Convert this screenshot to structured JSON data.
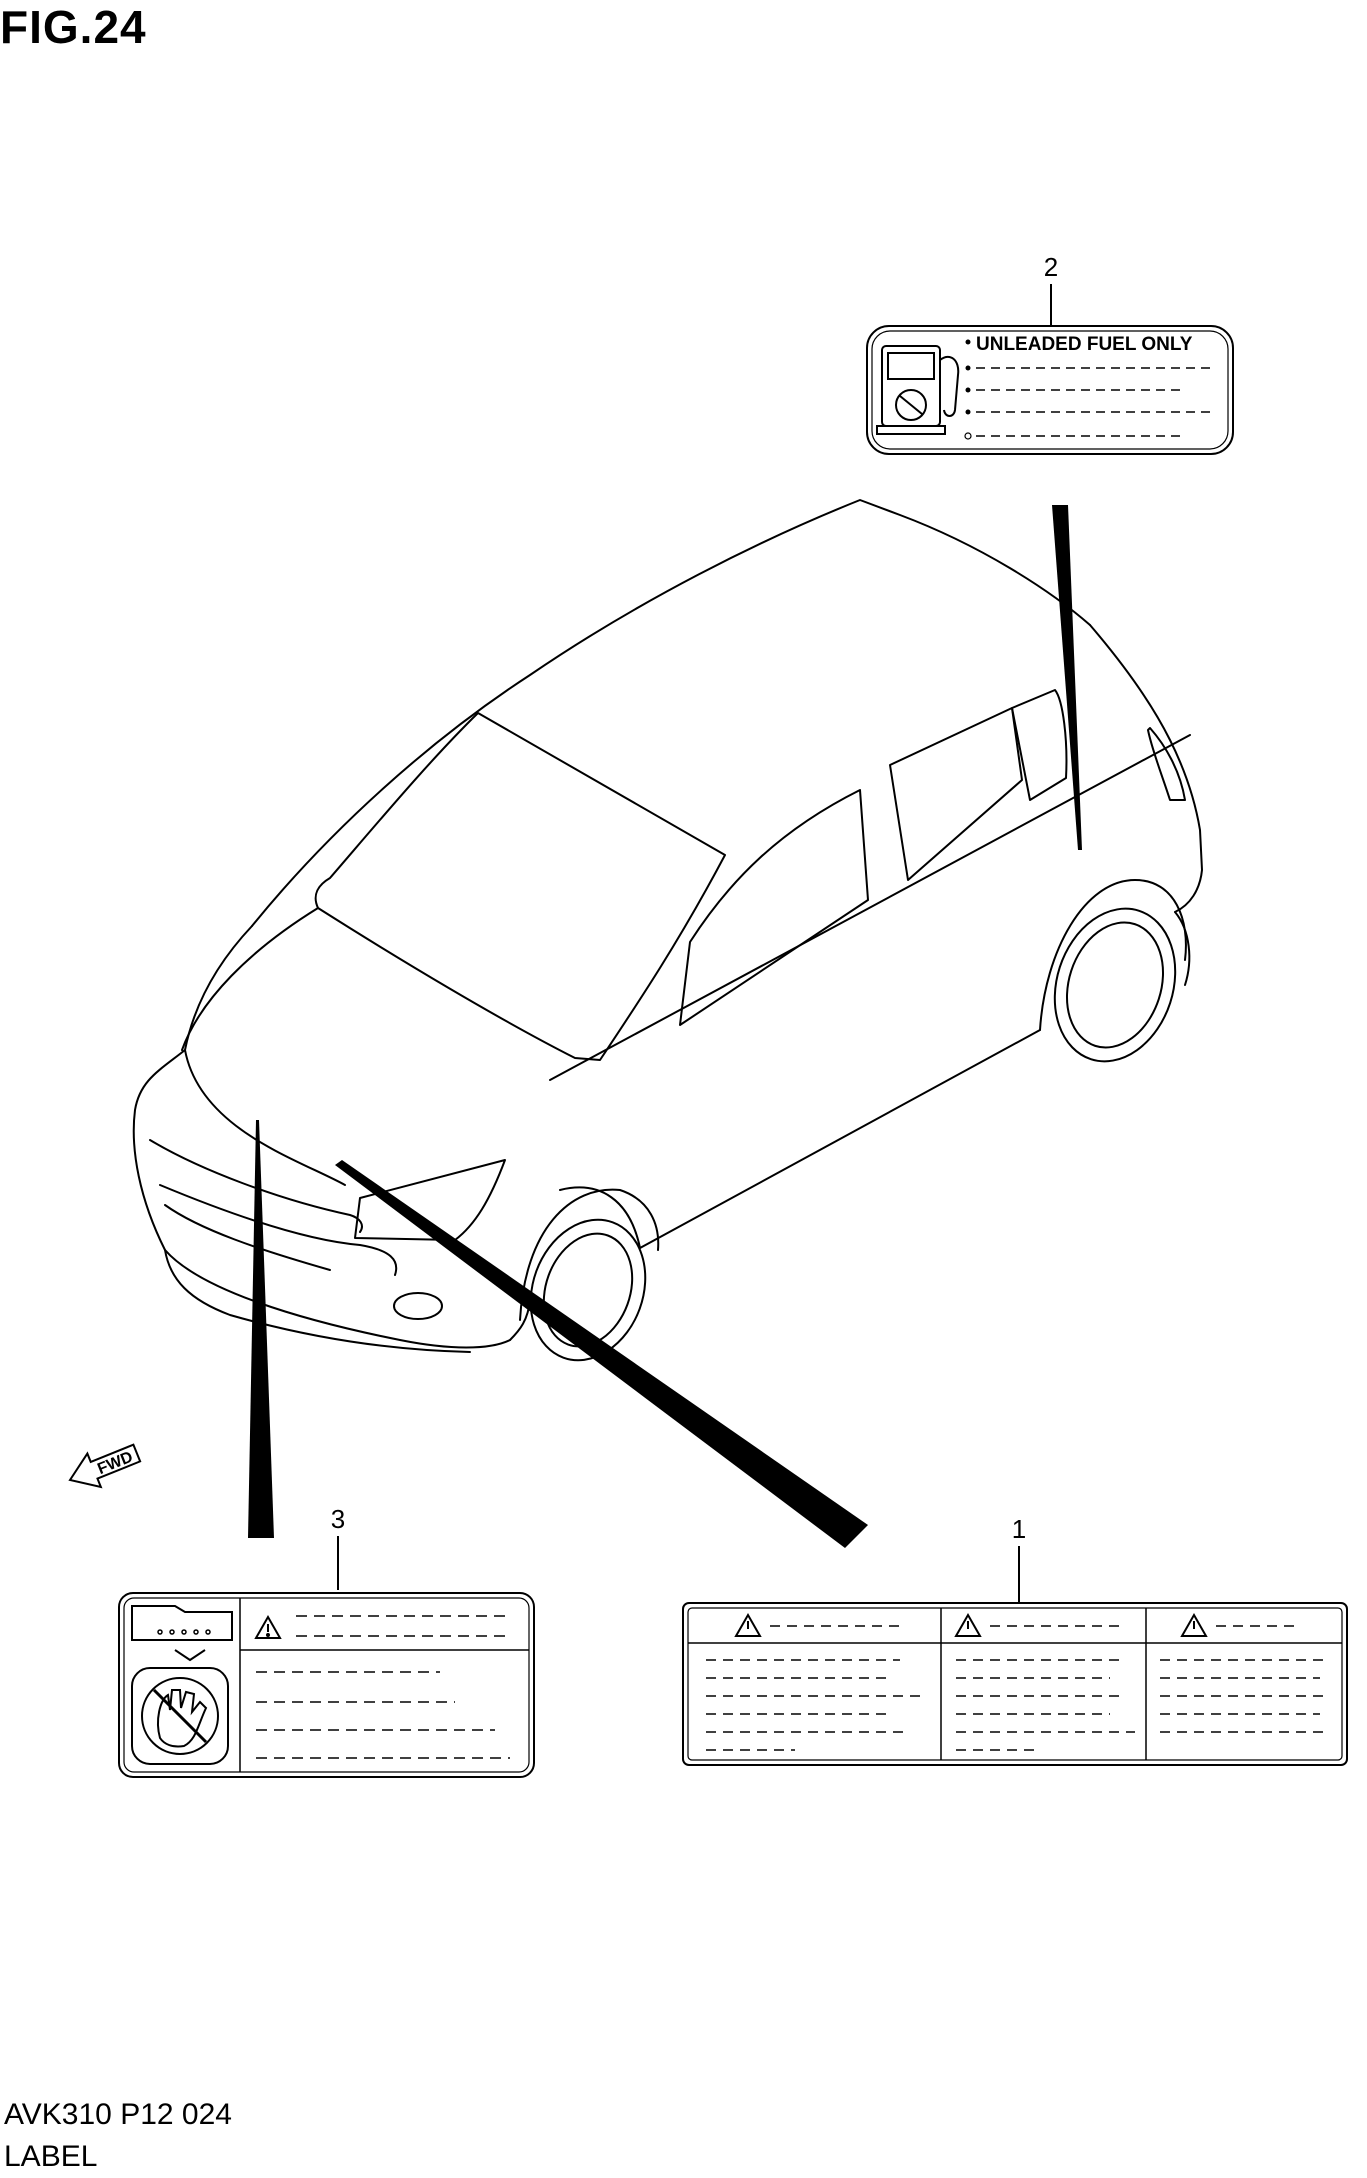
{
  "figure": {
    "title": "FIG.24",
    "code": "AVK310 P12 024",
    "caption": "LABEL"
  },
  "callouts": {
    "label1": "1",
    "label2": "2",
    "label3": "3"
  },
  "fuel_label": {
    "text": "UNLEADED FUEL ONLY"
  },
  "direction": {
    "text": "FWD"
  }
}
